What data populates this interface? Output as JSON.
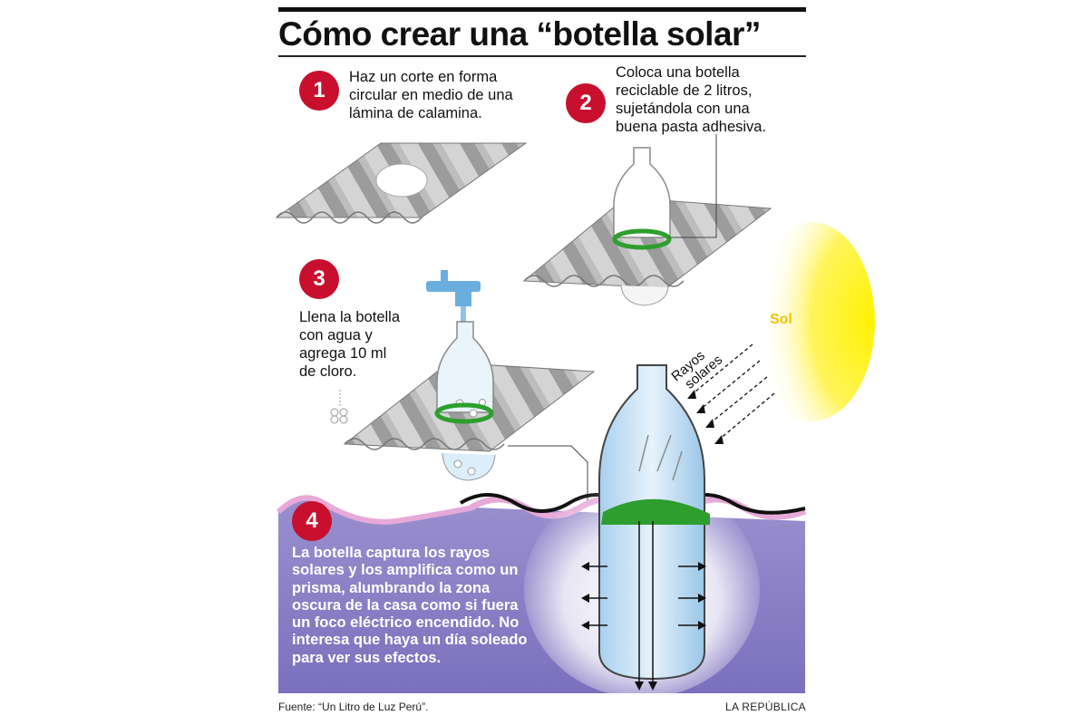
{
  "title": "Cómo crear una “botella solar”",
  "steps": [
    {
      "number": "1",
      "lines": [
        "Haz un corte en forma",
        "circular en medio de una",
        "lámina de calamina."
      ]
    },
    {
      "number": "2",
      "lines": [
        "Coloca una botella",
        "reciclable de 2 litros,",
        "sujetándola con una",
        "buena pasta adhesiva."
      ]
    },
    {
      "number": "3",
      "lines": [
        "Llena la botella",
        "con agua y",
        "agrega 10 ml",
        "de cloro."
      ]
    },
    {
      "number": "4",
      "lines": [
        "La botella captura los rayos",
        "solares y los amplifica como un",
        "prisma, alumbrando la zona",
        "oscura de la casa como si fuera",
        "un foco eléctrico encendido. No",
        "interesa que haya un día soleado",
        "para ver sus efectos."
      ]
    }
  ],
  "labels": {
    "sun": "Sol",
    "rays": [
      "Rayos",
      "solares"
    ]
  },
  "footer": {
    "source": "Fuente: “Un Litro de Luz Perú”.",
    "publisher": "LA REPÚBLICA"
  },
  "colors": {
    "badge": "#c8102e",
    "sealant": "#2e9e2e",
    "wall": "#8a7fc6",
    "sun": "#fff200",
    "water": "#8fc3e8"
  }
}
